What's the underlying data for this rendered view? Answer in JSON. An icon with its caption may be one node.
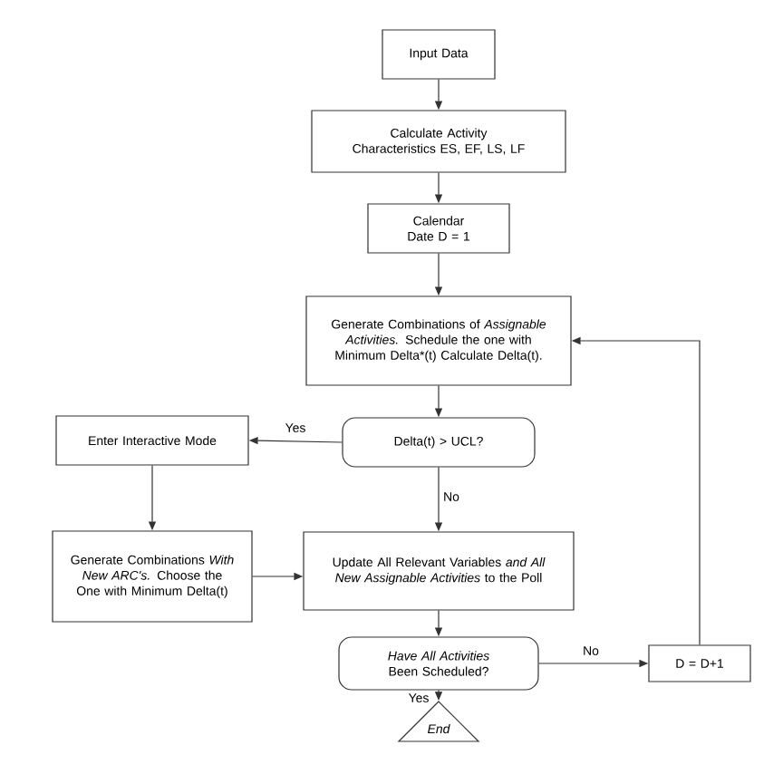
{
  "diagram": {
    "nodes": [
      {
        "text": [
          "Input Data"
        ]
      },
      {
        "text": [
          "Calculate Activity Characteristics ES, EF, LS, LF"
        ]
      },
      {
        "text": [
          "Calendar Date D = 1"
        ]
      },
      {
        "text": [
          "Generate Combinations of *Assignable Activities.* Schedule the one with Minimum Delta*(t) Calculate Delta(t)."
        ]
      },
      {
        "text": [
          "Delta(t) > UCL?"
        ]
      },
      {
        "text": [
          "Enter Interactive Mode"
        ]
      },
      {
        "text": [
          "Generate Combinations *With New ARC's.* Choose the One with Minimum Delta(t)"
        ]
      },
      {
        "text": [
          "Update All Relevant Variables *and All New Assignable Activities* to the Poll"
        ]
      },
      {
        "text": [
          "*Have All Activities* Been Scheduled?"
        ]
      },
      {
        "text": [
          "End"
        ]
      },
      {
        "text": [
          "D = D+1"
        ]
      }
    ],
    "edges": [
      {
        "from": 0,
        "to": 1,
        "arrow": "to"
      },
      {
        "from": 1,
        "to": 2,
        "arrow": "to"
      },
      {
        "from": 2,
        "to": 3,
        "arrow": "to"
      },
      {
        "from": 3,
        "to": 4,
        "arrow": "to"
      },
      {
        "from": 4,
        "to": 5,
        "arrow": "to",
        "label": "Yes"
      },
      {
        "from": 4,
        "to": 7,
        "arrow": "to",
        "label": "No"
      },
      {
        "from": 5,
        "to": 6,
        "arrow": "to"
      },
      {
        "from": 6,
        "to": 7,
        "arrow": "to"
      },
      {
        "from": 7,
        "to": 8,
        "arrow": "to"
      },
      {
        "from": 8,
        "to": 9,
        "arrow": "to",
        "label": "Yes"
      },
      {
        "from": 8,
        "to": 10,
        "arrow": "to",
        "label": "No"
      },
      {
        "from": 10,
        "to": 3,
        "arrow": "to"
      }
    ]
  }
}
